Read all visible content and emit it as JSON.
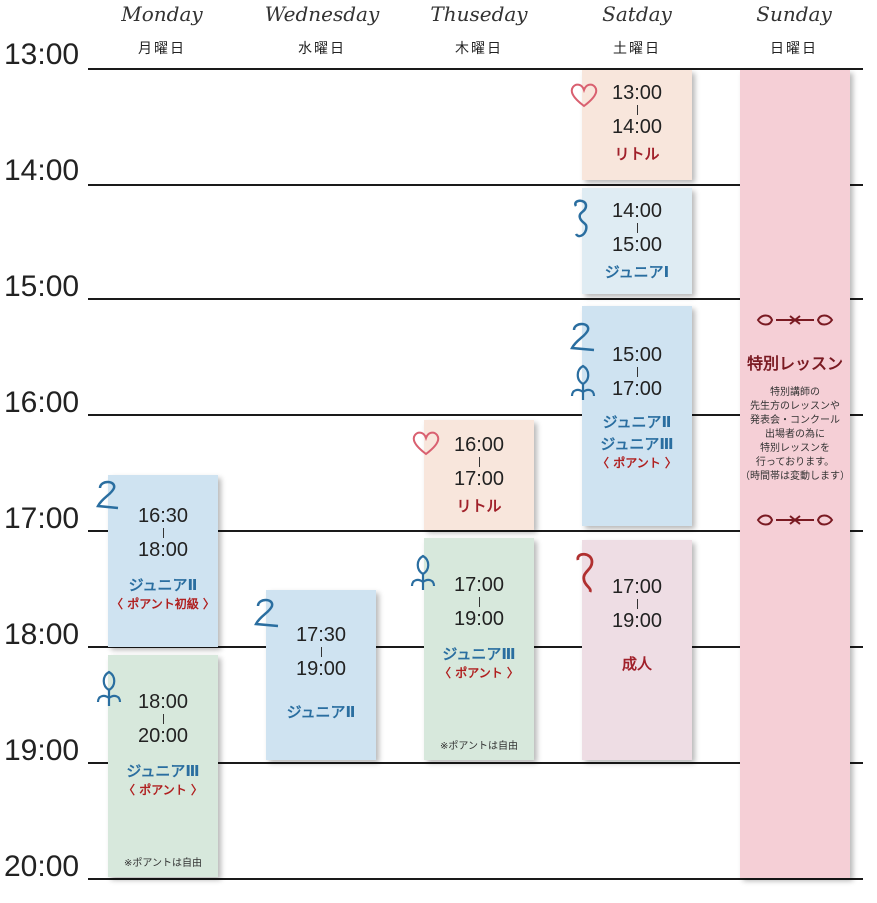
{
  "days": [
    {
      "en": "Monday",
      "jp": "月曜日"
    },
    {
      "en": "Wednesday",
      "jp": "水曜日"
    },
    {
      "en": "Thuseday",
      "jp": "木曜日"
    },
    {
      "en": "Satday",
      "jp": "土曜日"
    },
    {
      "en": "Sunday",
      "jp": "日曜日"
    }
  ],
  "times": [
    "13:00",
    "14:00",
    "15:00",
    "16:00",
    "17:00",
    "18:00",
    "19:00",
    "20:00"
  ],
  "blocks": {
    "mon1": {
      "start": "16:30",
      "end": "18:00",
      "class": "ジュニアⅡ",
      "note": "〈 ポアント初級 〉"
    },
    "mon2": {
      "start": "18:00",
      "end": "20:00",
      "class": "ジュニアⅢ",
      "note": "〈 ポアント 〉",
      "foot": "※ポアントは自由"
    },
    "wed1": {
      "start": "17:30",
      "end": "19:00",
      "class": "ジュニアⅡ"
    },
    "thu1": {
      "start": "16:00",
      "end": "17:00",
      "class": "リトル"
    },
    "thu2": {
      "start": "17:00",
      "end": "19:00",
      "class": "ジュニアⅢ",
      "note": "〈 ポアント 〉",
      "foot": "※ポアントは自由"
    },
    "sat1": {
      "start": "13:00",
      "end": "14:00",
      "class": "リトル"
    },
    "sat2": {
      "start": "14:00",
      "end": "15:00",
      "class": "ジュニアⅠ"
    },
    "sat3": {
      "start": "15:00",
      "end": "17:00",
      "class1": "ジュニアⅡ",
      "class2": "ジュニアⅢ",
      "note": "〈 ポアント 〉"
    },
    "sat4": {
      "start": "17:00",
      "end": "19:00",
      "class": "成人"
    }
  },
  "special": {
    "title": "特別レッスン",
    "lines": [
      "特別講師の",
      "先生方のレッスンや",
      "発表会・コンクール",
      "出場者の為に",
      "特別レッスンを",
      "行っております。",
      "（時間帯は変動します）"
    ]
  },
  "colors": {
    "blue": "#cfe3f1",
    "green": "#d7e8dc",
    "peach": "#f8e6dc",
    "pink": "#eedde4",
    "lightblue": "#dfecf3",
    "sunday": "#f5cfd6",
    "classBlue": "#2a6ea0",
    "classRed": "#a0202a"
  },
  "icons": [
    "heart-icon",
    "swirl-icon",
    "tulip-icon",
    "ornament-icon"
  ]
}
